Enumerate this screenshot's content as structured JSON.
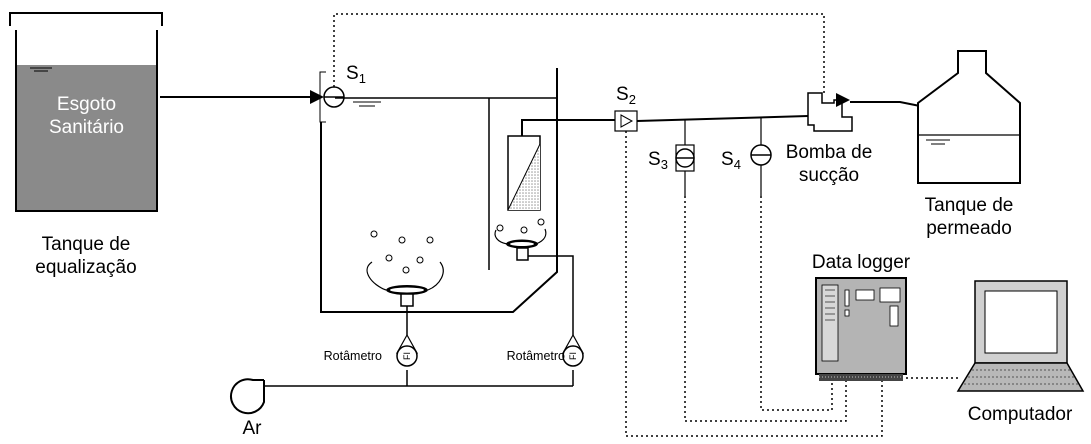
{
  "colors": {
    "sewage": "#8a8a8a",
    "line": "#000000",
    "membrane_hatch": "#bdbdbd",
    "logger_body": "#b4b4b4",
    "background": "#ffffff"
  },
  "labels": {
    "sewage_tank_text": [
      "Esgoto",
      "Sanitário"
    ],
    "equalization_tank": [
      "Tanque de",
      "equalização"
    ],
    "air": "Ar",
    "rotameter_1": "Rotâmetro",
    "rotameter_2": "Rotâmetro",
    "flow_indicator": "FI",
    "pump": [
      "Bomba de",
      "sucção"
    ],
    "permeate_tank": [
      "Tanque de",
      "permeado"
    ],
    "data_logger": "Data logger",
    "computer": "Computador"
  },
  "sensors": {
    "s1": {
      "letter": "S",
      "index": "1"
    },
    "s2": {
      "letter": "S",
      "index": "2"
    },
    "s3": {
      "letter": "S",
      "index": "3"
    },
    "s4": {
      "letter": "S",
      "index": "4"
    }
  }
}
